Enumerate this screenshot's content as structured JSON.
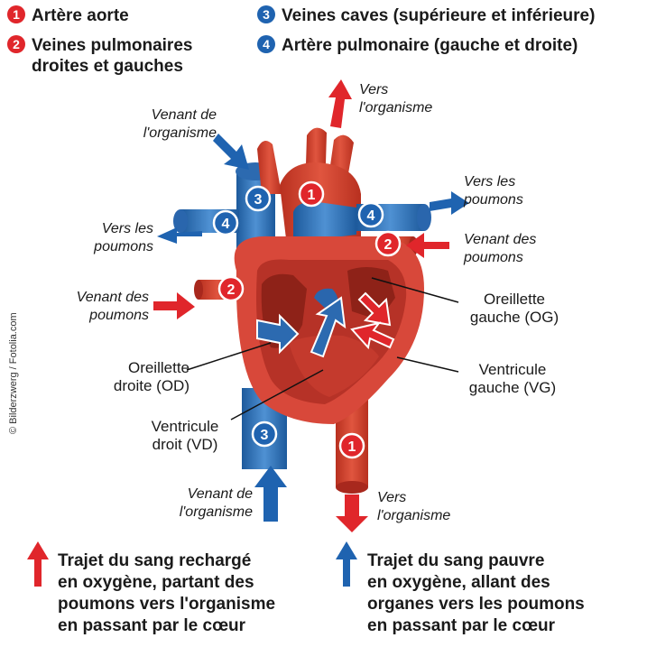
{
  "legend": {
    "item1": {
      "num": "1",
      "text": "Artère aorte"
    },
    "item2": {
      "num": "2",
      "line1": "Veines pulmonaires",
      "line2": "droites et gauches"
    },
    "item3": {
      "num": "3",
      "text": "Veines caves (supérieure et inférieure)"
    },
    "item4": {
      "num": "4",
      "text": "Artère pulmonaire (gauche et droite)"
    }
  },
  "markers": {
    "one": "1",
    "two": "2",
    "three": "3",
    "four": "4"
  },
  "labels": {
    "vers_organisme_top": [
      "Vers",
      "l'organisme"
    ],
    "venant_organisme_top": [
      "Venant de",
      "l'organisme"
    ],
    "vers_poumons_right": [
      "Vers les",
      "poumons"
    ],
    "vers_poumons_left": [
      "Vers les",
      "poumons"
    ],
    "venant_poumons_right": [
      "Venant des",
      "poumons"
    ],
    "venant_poumons_left": [
      "Venant des",
      "poumons"
    ],
    "oreillette_gauche": [
      "Oreillette",
      "gauche (OG)"
    ],
    "ventricule_gauche": [
      "Ventricule",
      "gauche (VG)"
    ],
    "oreillette_droite": [
      "Oreillette",
      "droite (OD)"
    ],
    "ventricule_droit": [
      "Ventricule",
      "droit (VD)"
    ],
    "venant_organisme_bottom": [
      "Venant de",
      "l'organisme"
    ],
    "vers_organisme_bottom": [
      "Vers",
      "l'organisme"
    ]
  },
  "credit": "© Bilderzwerg / Fotolia.com",
  "bottom_legend": {
    "red": [
      "Trajet du sang rechargé",
      "en oxygène, partant des",
      "poumons vers l'organisme",
      "en passant par le cœur"
    ],
    "blue": [
      "Trajet du sang pauvre",
      "en oxygène, allant des",
      "organes vers les poumons",
      "en passant par le cœur"
    ]
  },
  "colors": {
    "red": "#e0262b",
    "blue": "#1f63b0",
    "heart_red": "#d8483a",
    "heart_dark": "#a8281d",
    "blue_vessel": "#3d7fc4"
  }
}
